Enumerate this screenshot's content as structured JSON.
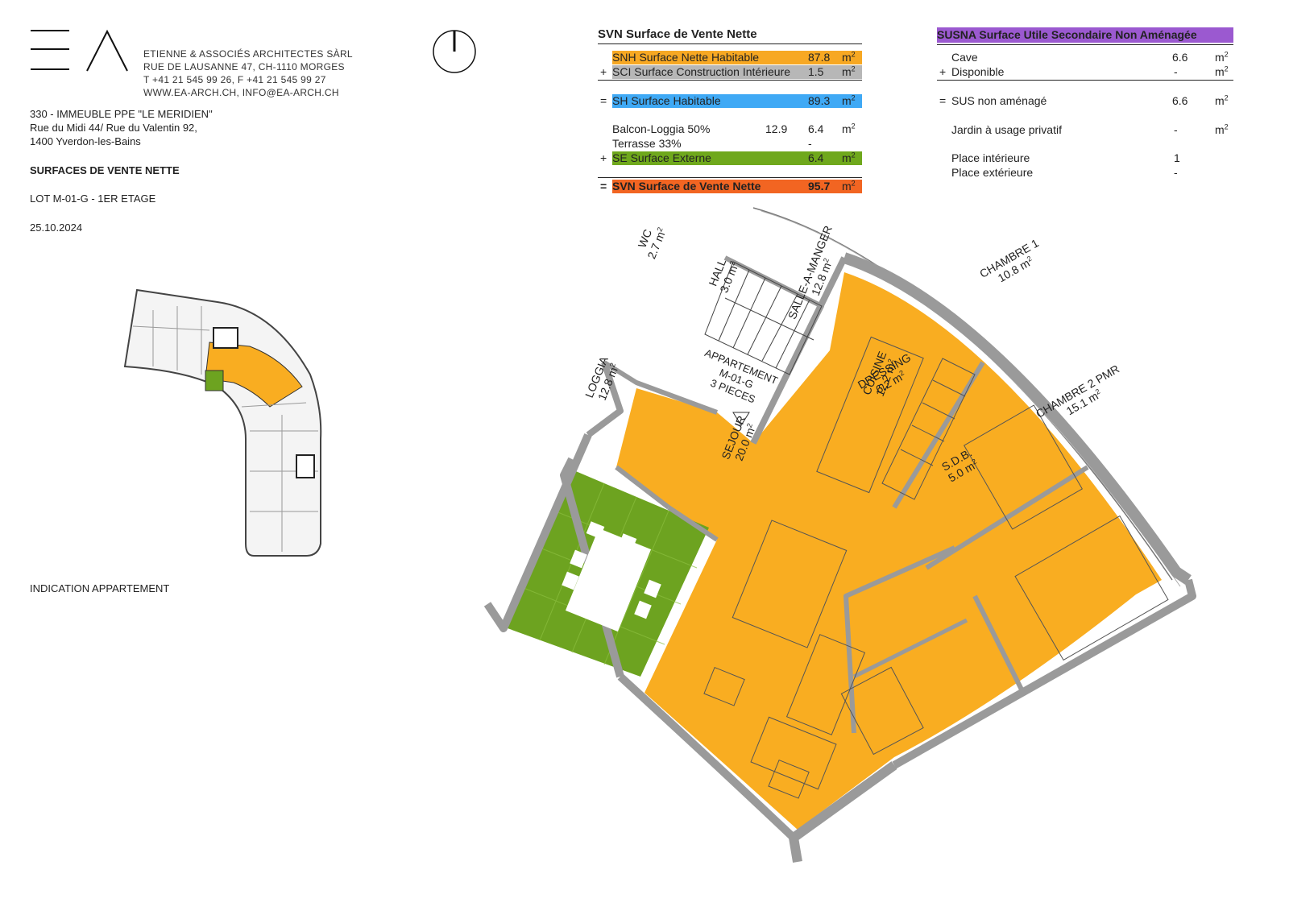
{
  "firm": {
    "name": "ETIENNE & ASSOCIÉS ARCHITECTES SÀRL",
    "address": "RUE DE LAUSANNE 47, CH-1110 MORGES",
    "phone": "T +41 21 545 99 26, F +41 21 545 99 27",
    "web": "WWW.EA-ARCH.CH, INFO@EA-ARCH.CH"
  },
  "project": {
    "line1": "330 - IMMEUBLE PPE \"LE MERIDIEN\"",
    "line2": "Rue du Midi 44/ Rue du Valentin 92,",
    "line3": "1400 Yverdon-les-Bains",
    "doc_title": "SURFACES DE VENTE NETTE",
    "lot": "LOT M-01-G - 1ER ETAGE",
    "date": "25.10.2024",
    "indication": "INDICATION APPARTEMENT"
  },
  "unit": "m",
  "unit_exp": "2",
  "svn": {
    "title": "SVN Surface de Vente Nette",
    "snh_label": "SNH Surface Nette Habitable",
    "snh_value": "87.8",
    "sci_prefix": "+",
    "sci_label": "SCI Surface Construction Intérieure",
    "sci_value": "1.5",
    "sh_prefix": "=",
    "sh_label": "SH Surface Habitable",
    "sh_value": "89.3",
    "balcon_label": "Balcon-Loggia 50%",
    "balcon_raw": "12.9",
    "balcon_value": "6.4",
    "terrasse_label": "Terrasse 33%",
    "terrasse_value": "-",
    "se_prefix": "+",
    "se_label": "SE Surface Externe",
    "se_value": "6.4",
    "total_prefix": "=",
    "total_label": "SVN Surface de Vente Nette",
    "total_value": "95.7"
  },
  "susna": {
    "title": "SUSNA Surface Utile Secondaire Non Aménagée",
    "cave_label": "Cave",
    "cave_value": "6.6",
    "dispo_prefix": "+",
    "dispo_label": "Disponible",
    "dispo_value": "-",
    "sus_prefix": "=",
    "sus_label": "SUS non aménagé",
    "sus_value": "6.6",
    "jardin_label": "Jardin à usage privatif",
    "jardin_value": "-",
    "pint_label": "Place intérieure",
    "pint_value": "1",
    "pext_label": "Place extérieure",
    "pext_value": "-"
  },
  "colors": {
    "snh": "#f7a823",
    "sci": "#b7b7b7",
    "sh": "#3fa9f5",
    "se": "#6fa81c",
    "svn": "#f26522",
    "susna": "#9b59d0",
    "apartment": "#f9ad21",
    "loggia": "#6da320",
    "wall": "#9a9a9a"
  },
  "plan": {
    "apartment_l1": "APPARTEMENT",
    "apartment_l2": "M-01-G",
    "apartment_l3": "3 PIECES",
    "rooms": [
      {
        "name": "CUISINE",
        "area": "12.2"
      },
      {
        "name": "WC",
        "area": "2.7"
      },
      {
        "name": "HALL",
        "area": "3.0"
      },
      {
        "name": "SALLE-A-MANGER",
        "area": "12.8"
      },
      {
        "name": "CHAMBRE 1",
        "area": "10.8"
      },
      {
        "name": "LOGGIA",
        "area": "12.8"
      },
      {
        "name": "DRESSING",
        "area": "6.2"
      },
      {
        "name": "CHAMBRE 2 PMR",
        "area": "15.1"
      },
      {
        "name": "SEJOUR",
        "area": "20.0"
      },
      {
        "name": "S.D.B.",
        "area": "5.0"
      }
    ]
  }
}
